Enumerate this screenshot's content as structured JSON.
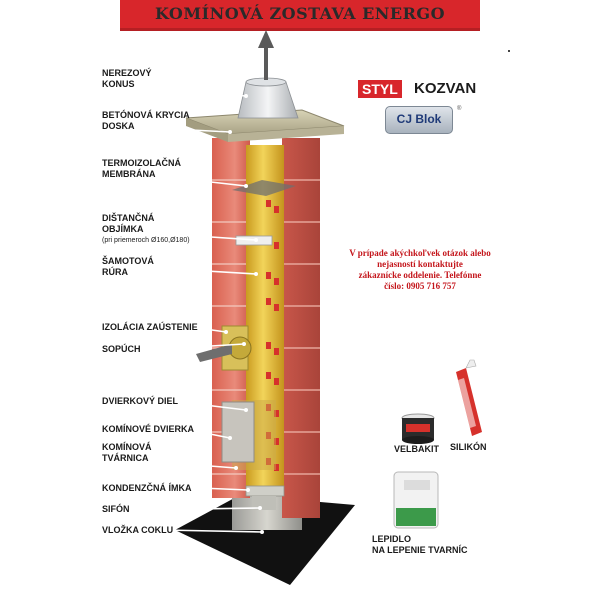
{
  "title": "KOMÍNOVÁ ZOSTAVA ENERGO",
  "labels": [
    {
      "line1": "NEREZOVÝ",
      "line2": "KONUS",
      "sub": ""
    },
    {
      "line1": "BETÓNOVÁ KRYCIA",
      "line2": "DOSKA",
      "sub": ""
    },
    {
      "line1": "TERMOIZOLAČNÁ",
      "line2": "MEMBRÁNA",
      "sub": ""
    },
    {
      "line1": "DIŠTANČNÁ",
      "line2": "OBJÍMKA",
      "sub": "(pri priemeroch Ø160,Ø180)"
    },
    {
      "line1": "ŠAMOTOVÁ",
      "line2": "RÚRA",
      "sub": ""
    },
    {
      "line1": "IZOLÁCIA ZAÚSTENIE",
      "line2": "",
      "sub": ""
    },
    {
      "line1": "SOPÚCH",
      "line2": "",
      "sub": ""
    },
    {
      "line1": "DVIERKOVÝ DIEL",
      "line2": "",
      "sub": ""
    },
    {
      "line1": "KOMÍNOVÉ DVIERKA",
      "line2": "",
      "sub": ""
    },
    {
      "line1": "KOMÍNOVÁ",
      "line2": "TVÁRNICA",
      "sub": ""
    },
    {
      "line1": "KONDENZČNÁ ÍMKA",
      "line2": "",
      "sub": ""
    },
    {
      "line1": "SIFÓN",
      "line2": "",
      "sub": ""
    },
    {
      "line1": "VLOŽKA COKLU",
      "line2": "",
      "sub": ""
    }
  ],
  "brands": {
    "styl": "STYL",
    "kozvan": "KOZVAN",
    "cjblok": "CJ Blok",
    "registered": "®"
  },
  "contact": {
    "lines": [
      "V prípade akýchkoľvek otázok alebo",
      "nejasností kontaktujte",
      "zákaznícke oddelenie. Telefónne",
      "číslo: 0905 716 757"
    ]
  },
  "products": {
    "velbakit": "VELBAKIT",
    "silikon": "SILIKÓN",
    "lepidlo_line1": "LEPIDLO",
    "lepidlo_line2": "NA LEPENIE TVARNÍC"
  },
  "colors": {
    "banner": "#d8262b",
    "brick": "#e06a5c",
    "brick_dark": "#b94a40",
    "flue": "#e8c53a",
    "cap": "#c9c3a4",
    "contact_text": "#c4161c"
  }
}
